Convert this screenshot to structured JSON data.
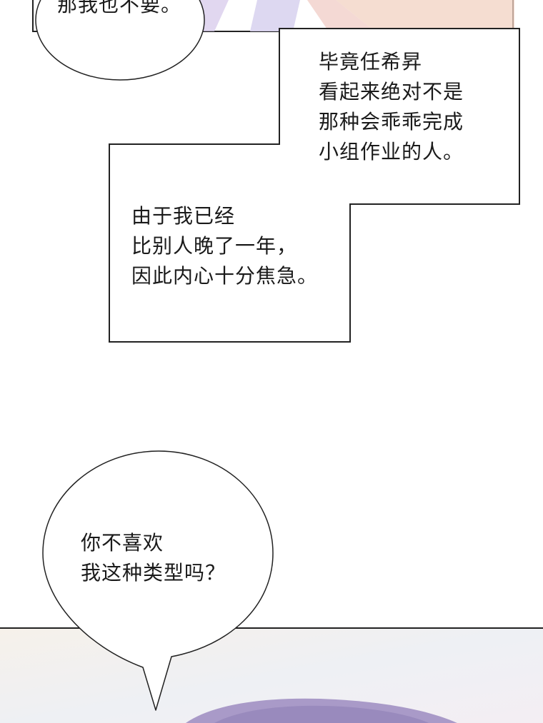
{
  "bubble_top": {
    "text": "那我也不要。"
  },
  "caption_1": {
    "lines": [
      "毕竟任希昇",
      "看起来绝对不是",
      "那种会乖乖完成",
      "小组作业的人。"
    ]
  },
  "caption_2": {
    "lines": [
      "由于我已经",
      "比别人晚了一年，",
      "因此内心十分焦急。"
    ]
  },
  "bubble_bottom": {
    "lines": [
      "你不喜欢",
      "我这种类型吗？"
    ]
  },
  "colors": {
    "panel_border": "#222222",
    "bubble_fill": "#ffffff",
    "skin_tone": "#f1d2c2",
    "hair_lavender": "#a99ac8"
  }
}
